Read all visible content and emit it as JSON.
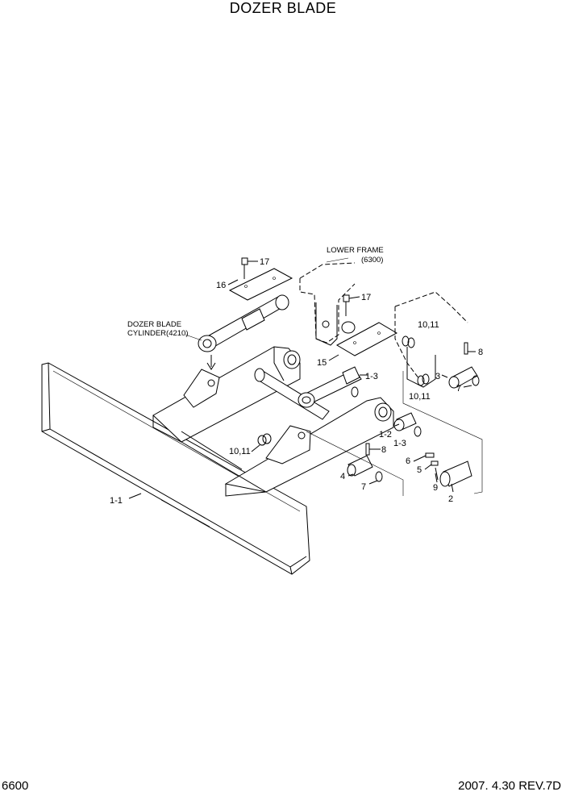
{
  "title": "DOZER BLADE",
  "page_number": "6600",
  "revision": "2007. 4.30  REV.7D",
  "references": {
    "lower_frame_line1": "LOWER FRAME",
    "lower_frame_line2": "(6300)",
    "cylinder_line1": "DOZER BLADE",
    "cylinder_line2": "CYLINDER(4210)"
  },
  "callouts": {
    "c17a": "17",
    "c16": "16",
    "c17b": "17",
    "c15": "15",
    "c1011a": "10,11",
    "c8a": "8",
    "c3": "3",
    "c7a": "7",
    "c1011b": "10,11",
    "c13a": "1-3",
    "c12": "1-2",
    "c13b": "1-3",
    "c8b": "8",
    "c1011c": "10,11",
    "c4": "4",
    "c7b": "7",
    "c6": "6",
    "c5": "5",
    "c9": "9",
    "c2": "2",
    "c11": "1-1"
  }
}
